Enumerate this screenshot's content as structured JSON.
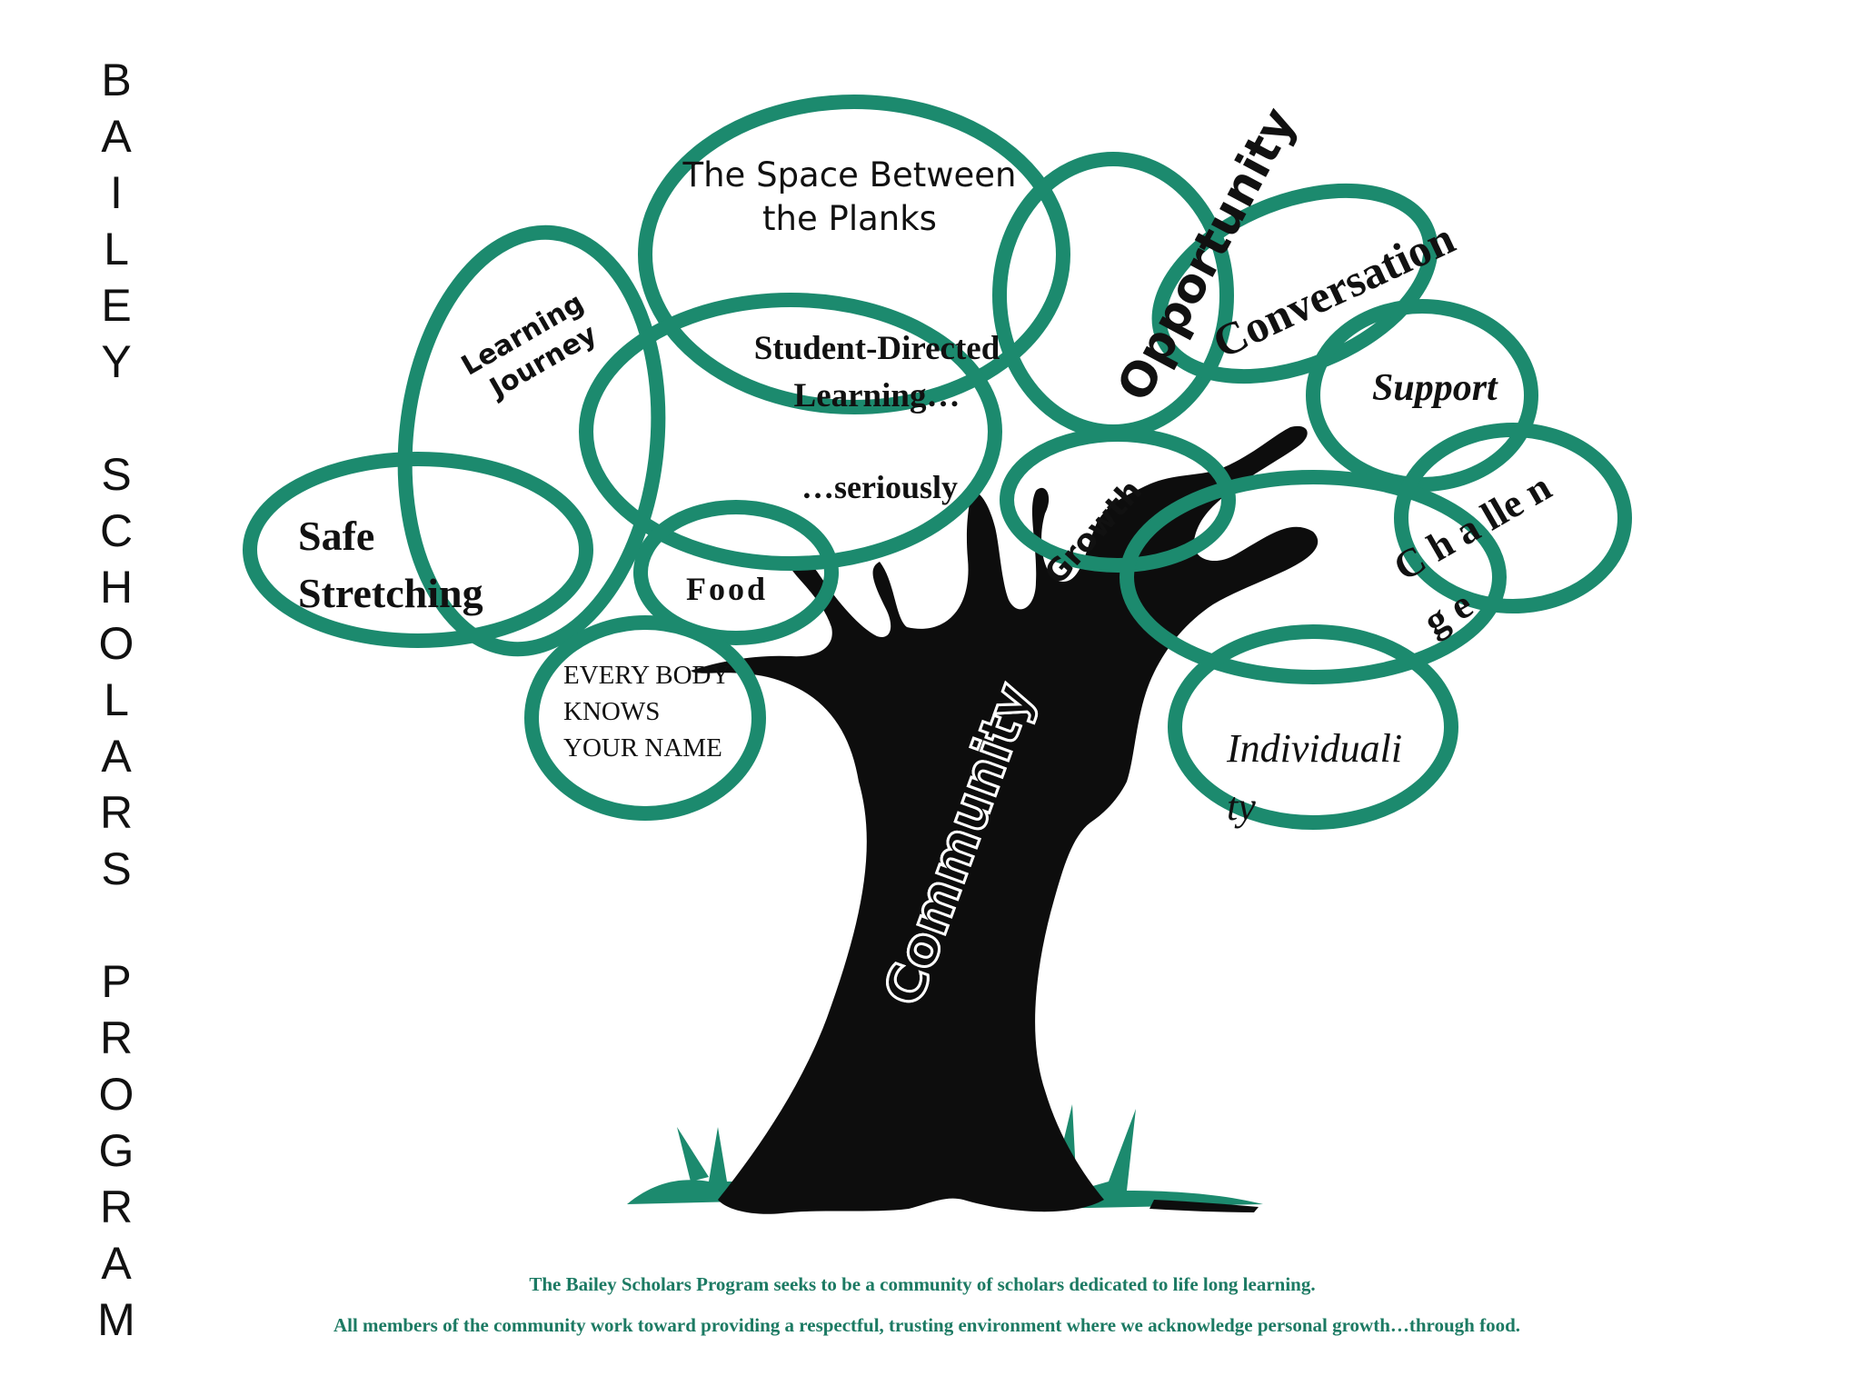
{
  "title_vertical": [
    "B",
    "A",
    "I",
    "L",
    "E",
    "Y",
    "",
    "S",
    "C",
    "H",
    "O",
    "L",
    "A",
    "R",
    "S",
    "",
    "P",
    "R",
    "O",
    "G",
    "R",
    "A",
    "M"
  ],
  "labels": {
    "space_between_1": "The Space Between",
    "space_between_2": "the Planks",
    "learning": "Learning",
    "journey": "Journey",
    "student_directed": "Student-Directed",
    "learning_ellipsis": "Learning…",
    "seriously": "…seriously",
    "safe": "Safe",
    "stretching": "Stretching",
    "food": "Food",
    "everybody_1": "EVERY BODY",
    "everybody_2": "KNOWS",
    "everybody_3": "YOUR NAME",
    "opportunity": "Opportunity",
    "conversation": "Conversation",
    "support": "Support",
    "growth": "Growth",
    "challenge_1": "C h a lle n",
    "challenge_2": "g e",
    "individuality_1": "Individuali",
    "individuality_2": "ty",
    "community": "Community"
  },
  "mission": {
    "line1": "The Bailey Scholars Program seeks to be a community of scholars dedicated to life long learning.",
    "line2": "All members of the community work toward providing a respectful, trusting environment where we acknowledge personal growth…through food."
  },
  "colors": {
    "ring": "#1c8a6e",
    "trunk": "#0d0d0d",
    "mission_text": "#1c7a63"
  }
}
